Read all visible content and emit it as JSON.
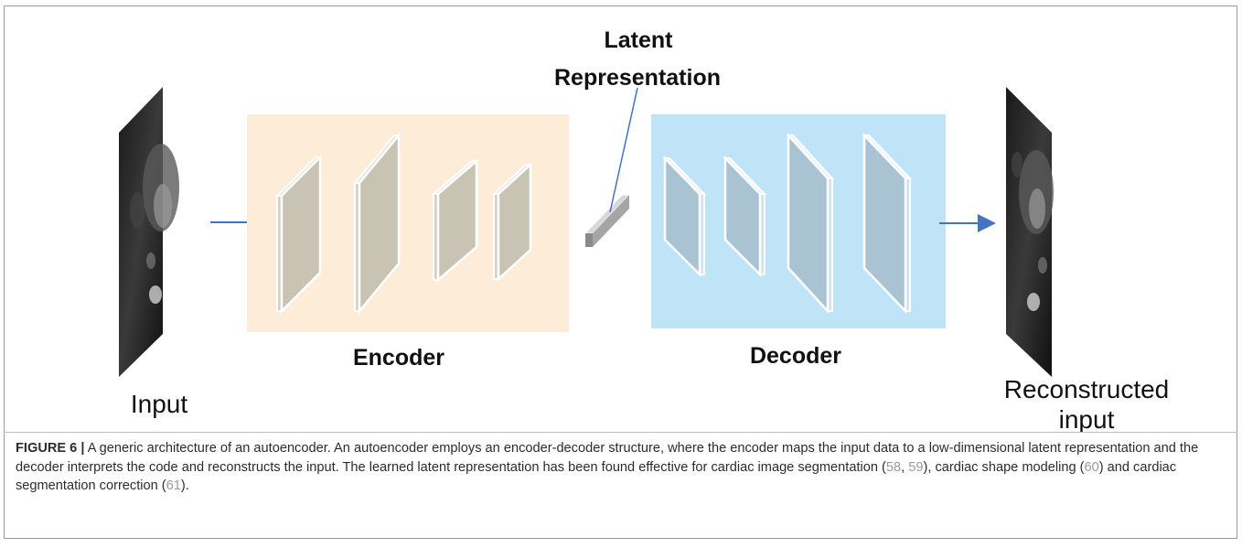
{
  "diagram": {
    "latent_label_line1": "Latent",
    "latent_label_line2": "Representation",
    "encoder_label": "Encoder",
    "decoder_label": "Decoder",
    "input_label": "Input",
    "output_label_line1": "Reconstructed",
    "output_label_line2": "input",
    "colors": {
      "encoder_bg": "#fcecd8",
      "decoder_bg": "#bfe4f8",
      "encoder_block": "#c9c3b3",
      "decoder_block": "#a9c3d3",
      "arrow": "#4472c4"
    }
  },
  "caption": {
    "label": "FIGURE 6 |",
    "text_1": " A generic architecture of an autoencoder. An autoencoder employs an encoder-decoder structure, where the encoder maps the input data to a low-dimensional latent representation and the decoder interprets the code and reconstructs the input. The learned latent representation has been found effective for cardiac image segmentation (",
    "ref_58": "58",
    "sep_1": ", ",
    "ref_59": "59",
    "text_2": "), cardiac shape modeling (",
    "ref_60": "60",
    "text_3": ") and cardiac segmentation correction (",
    "ref_61": "61",
    "text_4": ")."
  }
}
